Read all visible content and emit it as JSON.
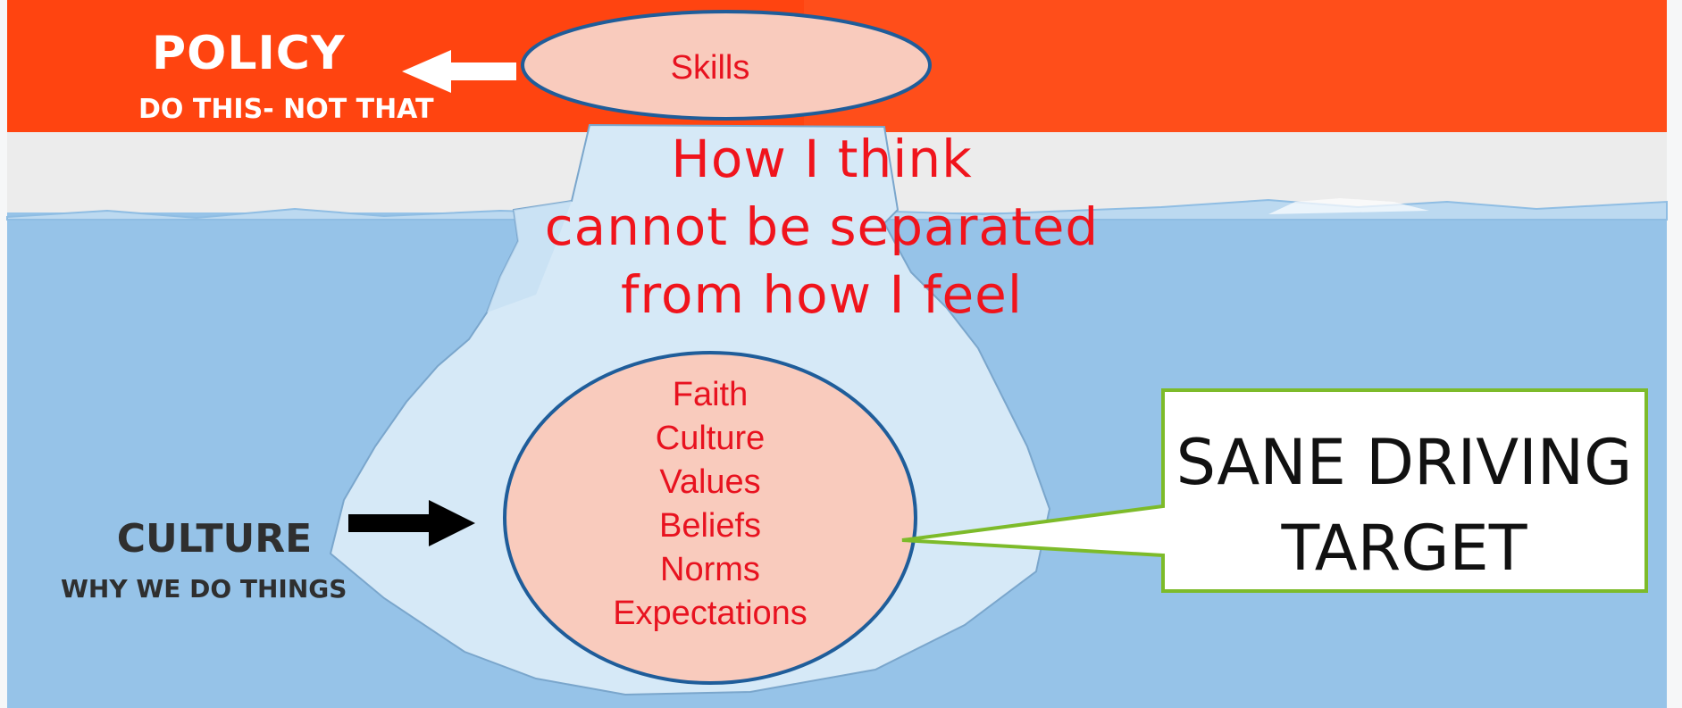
{
  "policy": {
    "title": "POLICY",
    "subtitle": "DO THIS- NOT THAT"
  },
  "skills": {
    "label": "Skills"
  },
  "headline": {
    "lines": [
      "How I think",
      "cannot be separated",
      "from how I feel"
    ]
  },
  "core": {
    "items": [
      "Faith",
      "Culture",
      "Values",
      "Beliefs",
      "Norms",
      "Expectations"
    ]
  },
  "culture": {
    "title": "CULTURE",
    "subtitle": "WHY WE DO THINGS"
  },
  "callout": {
    "lines": [
      "SANE DRIVING",
      "TARGET"
    ]
  },
  "colors": {
    "sky": "#ff4410",
    "horizon": "#ececec",
    "water": "#96c3e8",
    "ice": "#d6e9f7",
    "ellipse_fill": "#f9cbbd",
    "ellipse_stroke": "#1f5d9a",
    "red_text": "#e8121f",
    "callout_border": "#7dbb2a"
  }
}
